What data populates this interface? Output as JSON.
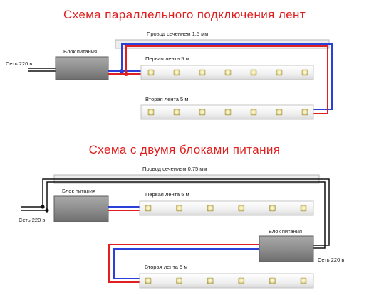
{
  "diagram1": {
    "title": "Схема параллельного подключения лент",
    "wire_label": "Провод сечением 1,5 мм",
    "psu_label": "Блок питания",
    "mains_label": "Сеть 220 в",
    "strip1_label": "Первая лента 5 м",
    "strip2_label": "Вторая лента 5 м"
  },
  "diagram2": {
    "title": "Схема с двумя блоками питания",
    "wire_label": "Провод сечением 0,75 мм",
    "psu1_label": "Блок питания",
    "mains1_label": "Сеть 220 в",
    "strip1_label": "Первая лента 5 м",
    "psu2_label": "Блок питания",
    "mains2_label": "Сеть 220 в",
    "strip2_label": "Вторая лента 5 м"
  },
  "colors": {
    "title": "#e02020",
    "positive_wire": "#e02020",
    "negative_wire": "#2a40d8",
    "mains_wire": "#111111",
    "psu_body": "#8c8c8c",
    "strip_body": "#f4f4f4",
    "led": "#e8dc9a"
  }
}
